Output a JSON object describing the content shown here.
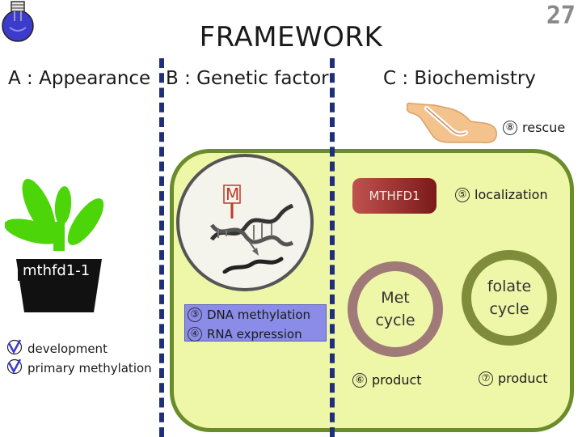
{
  "title": "FRAMEWORK",
  "page_number": "27",
  "headings": {
    "a": "A : Appearance",
    "b": "B : Genetic factor",
    "c": "C : Biochemistry"
  },
  "nucleus": {
    "mutation_letter": "M"
  },
  "genetic_items": [
    {
      "num": "③",
      "label": "DNA methylation"
    },
    {
      "num": "④",
      "label": "RNA expression"
    }
  ],
  "mthfd1_label": "MTHFD1",
  "localization": {
    "num": "⑤",
    "label": "localization"
  },
  "rescue": {
    "num": "⑧",
    "label": "rescue"
  },
  "cycles": {
    "met": "Met\ncycle",
    "folate": "folate\ncycle"
  },
  "products": [
    {
      "num": "⑥",
      "label": "product"
    },
    {
      "num": "⑦",
      "label": "product"
    }
  ],
  "plant": {
    "label": "mthfd1-1"
  },
  "appearance_checks": [
    {
      "label": "development"
    },
    {
      "label": "primary methylation"
    }
  ],
  "colors": {
    "divider": "#1f2f7a",
    "cell_fill": "#eef6a8",
    "cell_border": "#6b8c2b",
    "met_cycle": "#a07a78",
    "folate_cycle": "#7f8c3a",
    "genetic_box": "#8a8ce8",
    "mthfd1_box": "#a03030",
    "plant_green": "#4cd60a",
    "mutation_red": "#c0392b"
  },
  "icons": [
    "lightbulb-icon",
    "hand-icon",
    "plant-icon",
    "dna-icon",
    "check-icon"
  ]
}
